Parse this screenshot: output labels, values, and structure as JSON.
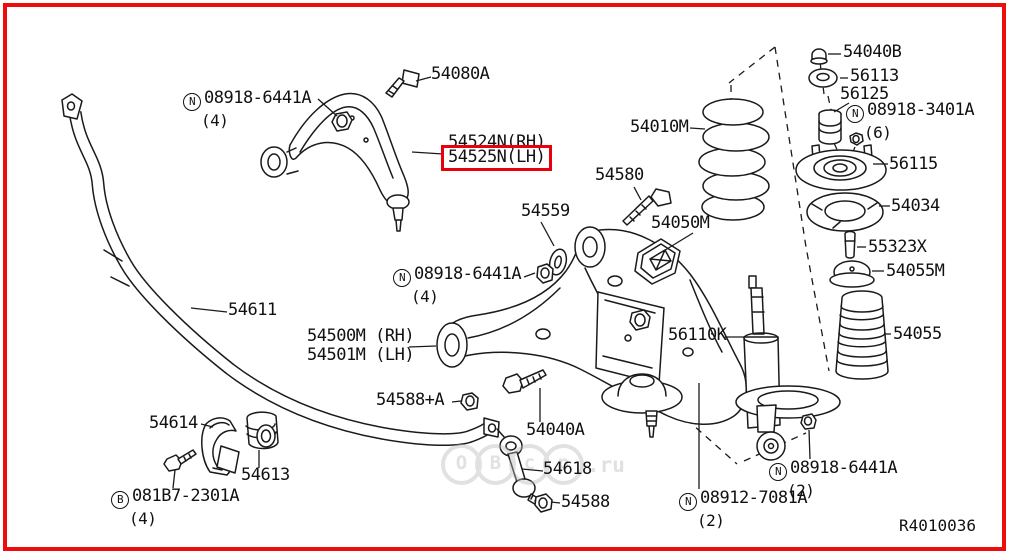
{
  "page": {
    "diagram_id": "R4010036",
    "border_color": "#ee0d0d",
    "highlight_color": "#e8000d",
    "line_color": "#1a1a1a",
    "watermark": {
      "letters": [
        "О",
        "В",
        "с",
        "р"
      ],
      "suffix": ".ru"
    }
  },
  "parts": {
    "upper_bolt": {
      "label": "54080A"
    },
    "upper_arm_nut": {
      "prefix": "N",
      "label": "08918-6441A",
      "qty": "(4)"
    },
    "upper_arm_rh": {
      "label": "54524N(RH)"
    },
    "upper_arm_lh": {
      "label": "54525N(LH)",
      "highlighted": true
    },
    "washer": {
      "label": "54559"
    },
    "coil_spring": {
      "label": "54010M"
    },
    "arm_bolt": {
      "label": "54580"
    },
    "spring_lower_seat": {
      "label": "54050M"
    },
    "lower_arm_nut": {
      "prefix": "N",
      "label": "08918-6441A",
      "qty": "(4)"
    },
    "lower_arm_rh": {
      "label": "54500M (RH)"
    },
    "lower_arm_lh": {
      "label": "54501M (LH)"
    },
    "stabilizer_bar": {
      "label": "54611"
    },
    "stab_clamp": {
      "label": "54614"
    },
    "stab_bushing": {
      "label": "54613"
    },
    "stab_bolt": {
      "prefix": "B",
      "label": "081B7-2301A",
      "qty": "(4)"
    },
    "link_nut_upper": {
      "label": "54588+A"
    },
    "lower_arm_pivot_bolt": {
      "label": "54040A"
    },
    "stab_link": {
      "label": "54618"
    },
    "link_nut_lower": {
      "label": "54588"
    },
    "shock_absorber": {
      "label": "56110K"
    },
    "mount_cap_nut": {
      "label": "54040B"
    },
    "mount_washer": {
      "label": "56113"
    },
    "mount_bushing": {
      "label": "56125"
    },
    "mount_nut": {
      "prefix": "N",
      "label": "08918-3401A",
      "qty": "(6)"
    },
    "strut_mount": {
      "label": "56115"
    },
    "spring_upper_seat": {
      "label": "54034"
    },
    "bump_stop": {
      "label": "55323X"
    },
    "boot_cap": {
      "label": "54055M"
    },
    "dust_boot": {
      "label": "54055"
    },
    "shock_nut": {
      "prefix": "N",
      "label": "08918-6441A",
      "qty": "(2)"
    },
    "balljoint_nut": {
      "prefix": "N",
      "label": "08912-7081A",
      "qty": "(2)"
    }
  }
}
